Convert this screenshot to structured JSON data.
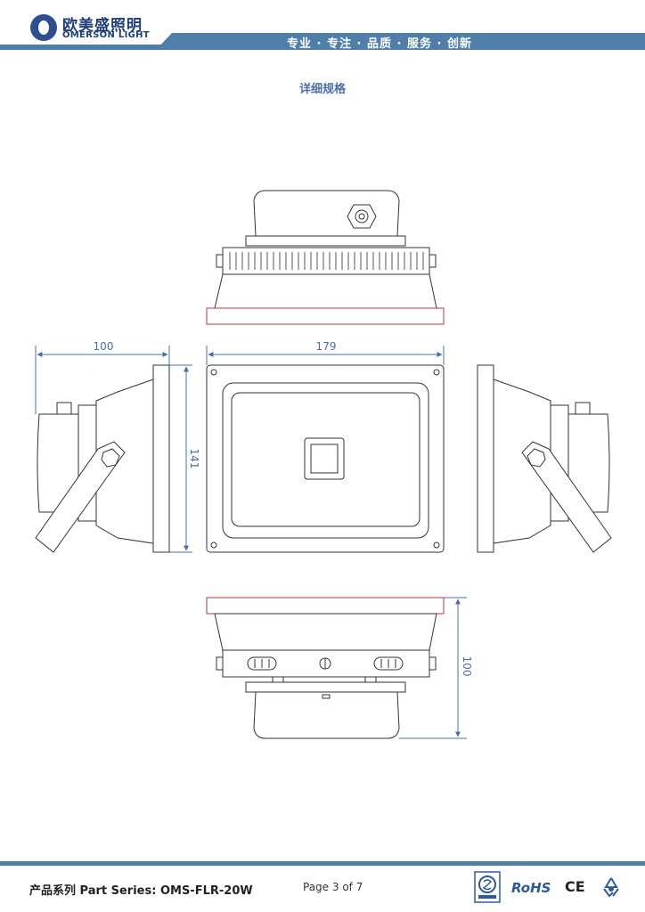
{
  "header": {
    "brand_cn": "欧美盛照明",
    "brand_en": "OMERSON LIGHT",
    "slogan": "专业 · 专注 · 品质 · 服务 · 创新"
  },
  "section_title": "详细规格",
  "dimensions": {
    "side_depth": "100",
    "front_width": "179",
    "front_height": "141",
    "bottom_depth": "100"
  },
  "footer": {
    "part_series": "产品系列 Part Series:  OMS-FLR-20W",
    "page": "Page 3 of 7",
    "rohs": "RoHS",
    "ce": "CE"
  },
  "colors": {
    "brand_blue": "#1f3f7a",
    "bar_blue": "#4f7ea8",
    "dimension_blue": "#4a6fa8",
    "accent_red": "#b33a3a"
  }
}
